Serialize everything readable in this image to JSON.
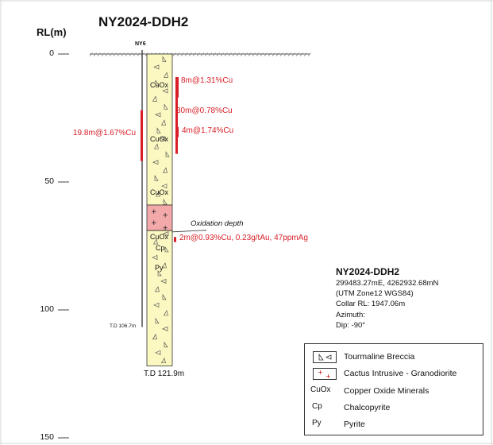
{
  "title": "NY2024-DDH2",
  "axis": {
    "label": "RL(m)",
    "ticks": [
      {
        "value": 0,
        "label": "0"
      },
      {
        "value": 50,
        "label": "50"
      },
      {
        "value": 100,
        "label": "100"
      },
      {
        "value": 150,
        "label": "150"
      }
    ]
  },
  "holes": [
    {
      "name": "NY6",
      "total_depth": 106.7,
      "td_label": "T.D 106.7m"
    },
    {
      "name": "NY2024-DDH2",
      "total_depth": 121.9,
      "td_label": "T.D 121.9m"
    }
  ],
  "lithology": [
    {
      "type": "Tourmaline Breccia",
      "from": 0,
      "to": 59
    },
    {
      "type": "Cactus Intrusive - Granodiorite",
      "from": 59,
      "to": 69
    },
    {
      "type": "Tourmaline Breccia",
      "from": 69,
      "to": 121.9
    }
  ],
  "mineral_labels": [
    {
      "text": "CuOx",
      "depth": 12.5
    },
    {
      "text": "CuOx",
      "depth": 33.5
    },
    {
      "text": "CuOx",
      "depth": 54.5
    },
    {
      "text": "CuOx",
      "depth": 71.8
    },
    {
      "text": "Cp",
      "depth": 76
    },
    {
      "text": "Py",
      "depth": 84
    }
  ],
  "intersections": [
    {
      "text": "8m@1.31%Cu",
      "from": 9,
      "to": 17,
      "hole": "NY2024-DDH2"
    },
    {
      "text": "30m@0.78%Cu",
      "from": 9,
      "to": 39,
      "hole": "NY2024-DDH2"
    },
    {
      "text": "4m@1.74%Cu",
      "from": 28.5,
      "to": 32.5,
      "hole": "NY2024-DDH2"
    },
    {
      "text": "19.8m@1.67%Cu",
      "from": 22,
      "to": 41.8,
      "hole": "NY6"
    },
    {
      "text": "2m@0.93%Cu, 0.23g/tAu, 47ppmAg",
      "from": 71.5,
      "to": 73.5,
      "hole": "NY2024-DDH2"
    }
  ],
  "oxidation_depth": {
    "label": "Oxidation depth",
    "depth": 69.5
  },
  "info": {
    "title": "NY2024-DDH2",
    "lines": [
      "299483.27mE, 4262932.68mN",
      "(UTM Zone12 WGS84)",
      "Collar RL: 1947.06m",
      "Azimuth:",
      "Dip: -90°"
    ]
  },
  "legend": [
    {
      "symbol": "breccia-swatch",
      "label": "Tourmaline Breccia"
    },
    {
      "symbol": "granodiorite-swatch",
      "label": "Cactus Intrusive - Granodiorite"
    },
    {
      "abbr": "CuOx",
      "label": "Copper Oxide Minerals"
    },
    {
      "abbr": "Cp",
      "label": "Chalcopyrite"
    },
    {
      "abbr": "Py",
      "label": "Pyrite"
    }
  ],
  "colors": {
    "breccia": "#fbf8c2",
    "granodiorite": "#f3a8a9",
    "assay": "#d81f26",
    "outline": "#333333"
  }
}
